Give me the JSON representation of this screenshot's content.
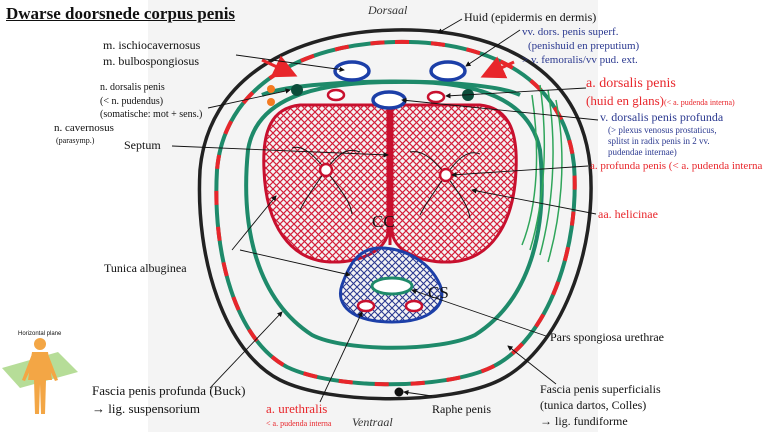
{
  "title": "Dwarse doorsnede corpus penis",
  "orientation": {
    "top": "Dorsaal",
    "bottom": "Ventraal"
  },
  "labels": {
    "huid": "Huid (epidermis en dermis)",
    "vv_dors_1": "vv. dors. penis superf.",
    "vv_dors_2": "(penishuid en preputium)",
    "vv_dors_3": "> v. femoralis/vv pud. ext.",
    "m_ischio": "m. ischiocavernosus",
    "m_bulbo": "m. bulbospongiosus",
    "n_dors_1": "n. dorsalis penis",
    "n_dors_2": "(< n. pudendus)",
    "n_dors_3": "(somatische: mot + sens.)",
    "n_cav_1": "n. cavernosus",
    "n_cav_2": "(parasymp.)",
    "a_dors_1": "a. dorsalis penis",
    "a_dors_2": "(huid en glans)",
    "a_dors_2b": "(< a. pudenda interna)",
    "v_dors_prof_1": "v. dorsalis penis profunda",
    "v_dors_prof_2": "(> plexus venosus prostaticus,",
    "v_dors_prof_3": "splitst in radix penis in 2 vv.",
    "v_dors_prof_4": "pudendae internae)",
    "septum": "Septum",
    "a_prof": "a. profunda penis (< a. pudenda interna",
    "aa_helic": "aa. helicinae",
    "cc": "CC",
    "cs": "CS",
    "tunica": "Tunica albuginea",
    "pars_spong": "Pars spongiosa urethrae",
    "buck_1": "Fascia penis profunda (Buck)",
    "buck_2": "→ lig. suspensorium",
    "a_ureth_1": "a. urethralis",
    "a_ureth_2": "< a. pudenda interna",
    "raphe": "Raphe penis",
    "superf_1": "Fascia penis superficialis",
    "superf_2": "(tunica dartos, Colles)",
    "superf_3": "→ lig. fundiforme",
    "horiz": "Horizontal plane"
  },
  "colors": {
    "skin": "#222222",
    "fascia_green": "#1e8a6a",
    "artery_red": "#e8262b",
    "vein_blue": "#1c3fa8",
    "nerve_orange": "#f37a21",
    "nerve_dark": "#0b4d3a",
    "label_blue": "#2b3990",
    "panel_bg": "#f4f4f4"
  }
}
